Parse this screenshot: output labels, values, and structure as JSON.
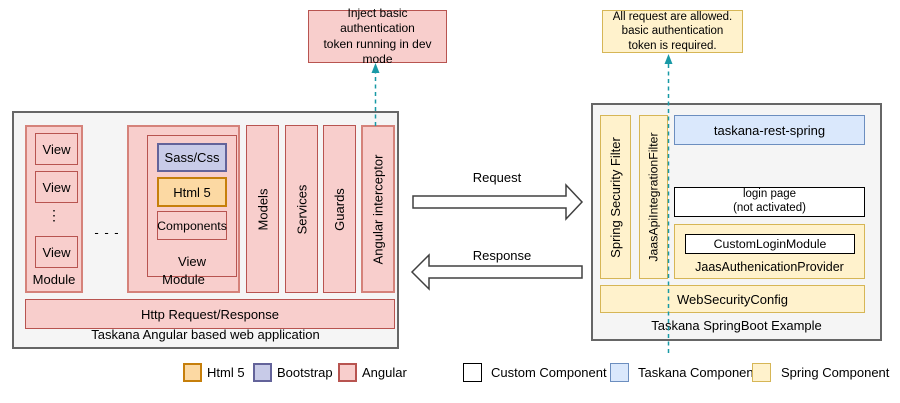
{
  "left_app": {
    "title": "Taskana Angular based web application",
    "module1": {
      "label": "Module",
      "views": [
        "View",
        "View",
        "View"
      ],
      "vdots": "⋮"
    },
    "hdots": "- - -",
    "module2": {
      "label": "Module",
      "view": {
        "label": "View",
        "sass": "Sass/Css",
        "html5": "Html 5",
        "components": "Components"
      }
    },
    "bars": [
      "Models",
      "Services",
      "Guards",
      "Angular interceptor"
    ],
    "http_bar": "Http Request/Response"
  },
  "right_app": {
    "title": "Taskana SpringBoot Example",
    "filters": [
      "Spring Security Filter",
      "JaasApiIntegrationFilter"
    ],
    "rest": "taskana-rest-spring",
    "login_lines": [
      "login page",
      "(not activated)"
    ],
    "provider": {
      "inner": "CustomLoginModule",
      "label": "JaasAuthenicationProvider"
    },
    "websecurity": "WebSecurityConfig"
  },
  "arrows": {
    "request": "Request",
    "response": "Response"
  },
  "annotations": {
    "left_lines": [
      "Inject basic authentication",
      "token running in dev",
      "mode"
    ],
    "right_lines": [
      "All request are allowed.",
      "basic authentication",
      "token is required."
    ]
  },
  "legend": [
    {
      "label": "Html 5",
      "fill": "#fcd9a3",
      "stroke": "#c67f0b"
    },
    {
      "label": "Bootstrap",
      "fill": "#c8cbe8",
      "stroke": "#63639a"
    },
    {
      "label": "Angular",
      "fill": "#f8cecc",
      "stroke": "#b85450"
    },
    {
      "label": "Custom Component",
      "fill": "#ffffff",
      "stroke": "#000000"
    },
    {
      "label": "Taskana Component",
      "fill": "#dae8fc",
      "stroke": "#6c8ebf"
    },
    {
      "label": "Spring Component",
      "fill": "#fff2cc",
      "stroke": "#d6b656"
    }
  ],
  "colors": {
    "angular_fill": "#f8cecc",
    "angular_stroke": "#b85450",
    "html5_fill": "#fcd9a3",
    "html5_stroke": "#c67f0b",
    "bootstrap_fill": "#c8cbe8",
    "bootstrap_stroke": "#63639a",
    "spring_fill": "#fff2cc",
    "spring_stroke": "#d6b656",
    "taskana_fill": "#dae8fc",
    "taskana_stroke": "#6c8ebf",
    "custom_fill": "#ffffff",
    "custom_stroke": "#000000",
    "container_fill": "#f5f5f5",
    "container_stroke": "#666666",
    "connector_teal": "#1899a6",
    "arrow_stroke": "#404040"
  }
}
